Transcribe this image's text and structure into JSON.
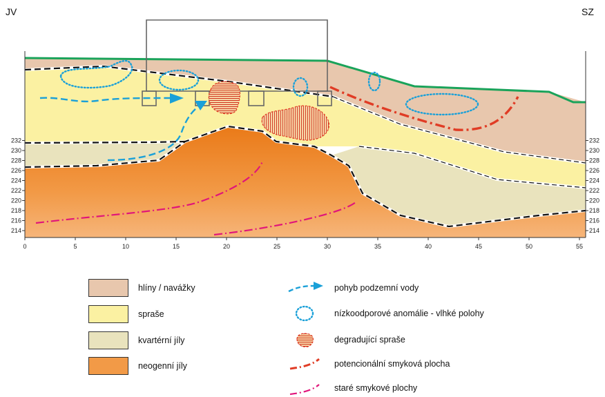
{
  "header": {
    "left_label": "JV",
    "right_label": "SZ"
  },
  "axes": {
    "x_ticks": [
      "0",
      "5",
      "10",
      "15",
      "20",
      "25",
      "30",
      "35",
      "40",
      "45",
      "50",
      "55"
    ],
    "y_ticks": [
      "214",
      "216",
      "218",
      "220",
      "222",
      "224",
      "226",
      "228",
      "230",
      "232"
    ]
  },
  "legend": {
    "layers": [
      {
        "label": "hlíny / navážky",
        "color": "#e8c7ad"
      },
      {
        "label": "spraše",
        "color": "#fbf1a2"
      },
      {
        "label": "kvartérní jíly",
        "color": "#e9e3bd"
      },
      {
        "label": "neogenní jíly",
        "color": "#f29a47"
      }
    ],
    "symbols": [
      {
        "label": "pohyb podzemní vody",
        "icon": "arrow-dashed-blue-icon",
        "color": "#1aa0d8"
      },
      {
        "label": "nízkoodporové anomálie - vlhké polohy",
        "icon": "dotted-ellipse-icon",
        "color": "#1aa0d8"
      },
      {
        "label": "degradující spraše",
        "icon": "hatched-blob-icon",
        "color": "#e03c25"
      },
      {
        "label": "potencionální smyková plocha",
        "icon": "red-dash-dot-line-icon",
        "color": "#e03c25"
      },
      {
        "label": "staré smykové plochy",
        "icon": "magenta-dash-dot-line-icon",
        "color": "#e0157a"
      }
    ]
  },
  "colors": {
    "surface_line": "#1aa35a",
    "boundary_line": "#111111",
    "building": "#666666"
  }
}
